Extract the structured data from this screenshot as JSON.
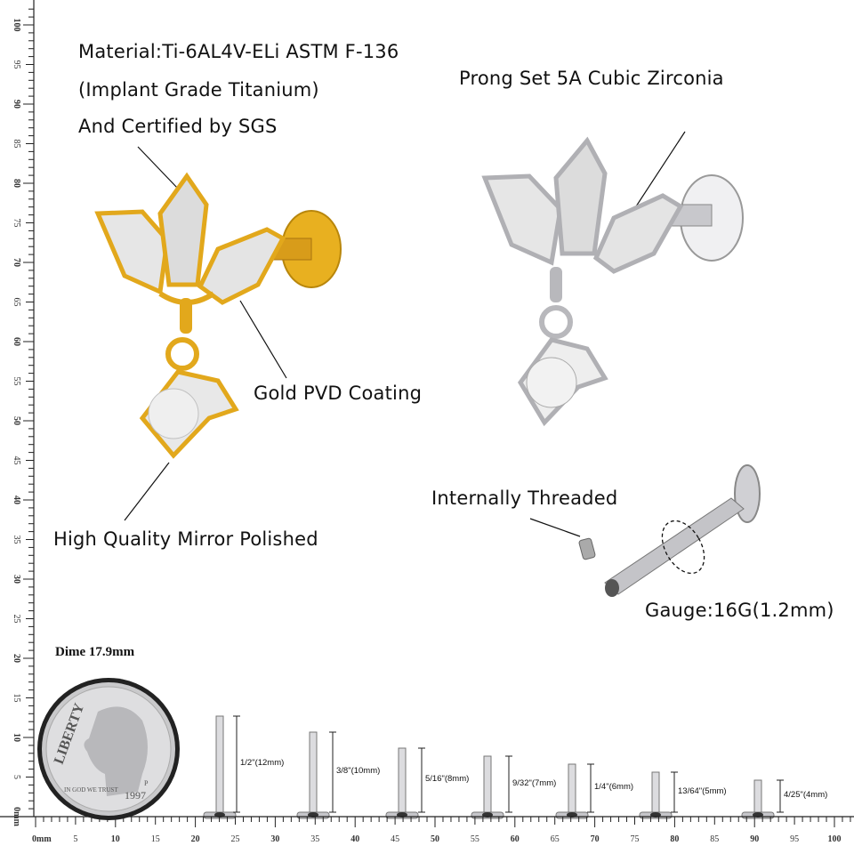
{
  "callouts": {
    "material_line1": "Material:Ti-6AL4V-ELi ASTM F-136",
    "material_line2": "(Implant Grade Titanium)",
    "material_line3": "And Certified by SGS",
    "prong_set": "Prong Set 5A Cubic Zirconia",
    "gold_coating": "Gold PVD Coating",
    "mirror_polished": "High Quality Mirror Polished",
    "internally_threaded": "Internally Threaded",
    "gauge": "Gauge:16G(1.2mm)"
  },
  "dime": {
    "label": "Dime 17.9mm",
    "coin_text": [
      "LIBERTY",
      "IN GOD WE TRUST",
      "1997",
      "P"
    ]
  },
  "pins": [
    {
      "label": "1/2\"(12mm)",
      "length_mm": 12
    },
    {
      "label": "3/8\"(10mm)",
      "length_mm": 10
    },
    {
      "label": "5/16\"(8mm)",
      "length_mm": 8
    },
    {
      "label": "9/32\"(7mm)",
      "length_mm": 7
    },
    {
      "label": "1/4\"(6mm)",
      "length_mm": 6
    },
    {
      "label": "13/64\"(5mm)",
      "length_mm": 5
    },
    {
      "label": "4/25\"(4mm)",
      "length_mm": 4
    }
  ],
  "ruler": {
    "unit_label": "mm",
    "horizontal_labels": [
      "0mm",
      "5",
      "10",
      "15",
      "20",
      "25",
      "30",
      "35",
      "40",
      "45",
      "50",
      "55",
      "60",
      "65",
      "70",
      "75",
      "80",
      "85",
      "90",
      "95",
      "100"
    ],
    "vertical_labels": [
      "0mm",
      "5",
      "10",
      "15",
      "20",
      "25",
      "30",
      "35",
      "40",
      "45",
      "50",
      "55",
      "60",
      "65",
      "70",
      "75",
      "80",
      "85",
      "90",
      "95",
      "100"
    ]
  },
  "colors": {
    "gold": "#e2a81c",
    "silver": "#c8c8cc",
    "text": "#111111"
  }
}
